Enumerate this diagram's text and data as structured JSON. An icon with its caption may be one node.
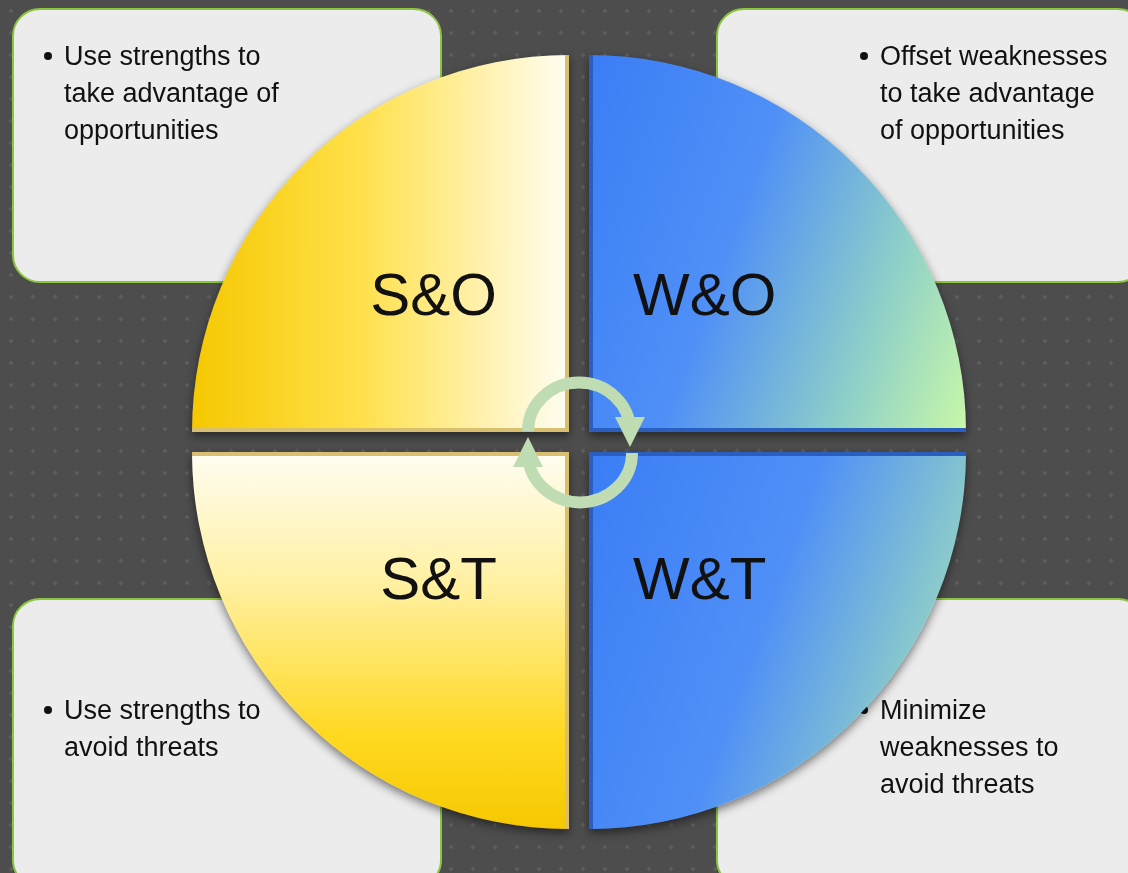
{
  "diagram": {
    "nodes": [
      {
        "text": [
          "Use strengths to take advantage of opportunities"
        ]
      },
      {
        "text": [
          "Offset weaknesses to take advantage of opportunities"
        ]
      },
      {
        "text": [
          "Use strengths to avoid threats"
        ]
      },
      {
        "text": [
          "Minimize weaknesses to avoid threats"
        ]
      },
      {
        "text": [
          "S&O"
        ]
      },
      {
        "text": [
          "W&O"
        ]
      },
      {
        "text": [
          "S&T"
        ]
      },
      {
        "text": [
          "W&T"
        ]
      }
    ],
    "edges": [
      {
        "from": 4,
        "to": 5,
        "arrow": "to"
      },
      {
        "from": 7,
        "to": 6,
        "arrow": "to"
      }
    ]
  }
}
